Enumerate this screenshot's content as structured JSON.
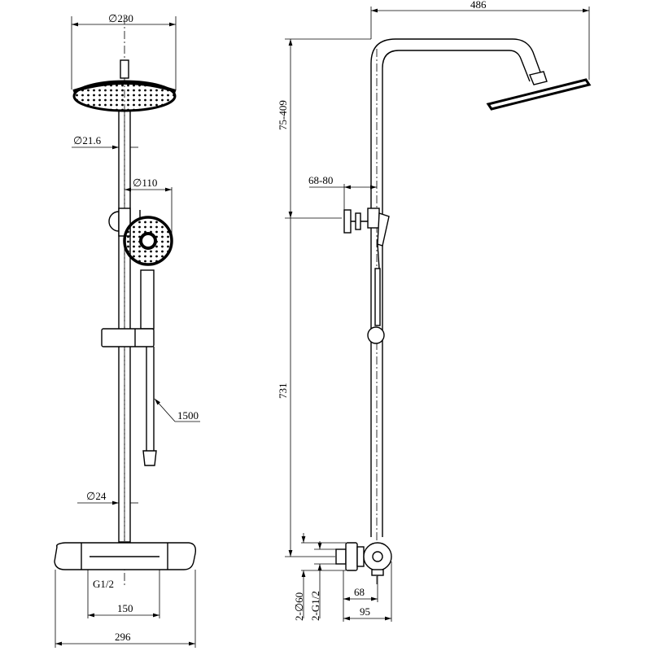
{
  "front_view": {
    "head_diameter": "∅230",
    "pipe_diameter": "∅21.6",
    "hand_shower_diameter": "∅110",
    "hose_length": "1500",
    "lower_pipe_diameter": "∅24",
    "inlet_thread": "G1/2",
    "inlet_spacing": "150",
    "body_width": "296"
  },
  "side_view": {
    "arm_reach": "486",
    "adjust_range": "75-409",
    "valve_projection": "68-80",
    "pipe_height": "731",
    "flange_diameter": "2-∅60",
    "connector_thread": "2-G1/2",
    "wall_offset_inner": "68",
    "wall_offset_outer": "95"
  }
}
